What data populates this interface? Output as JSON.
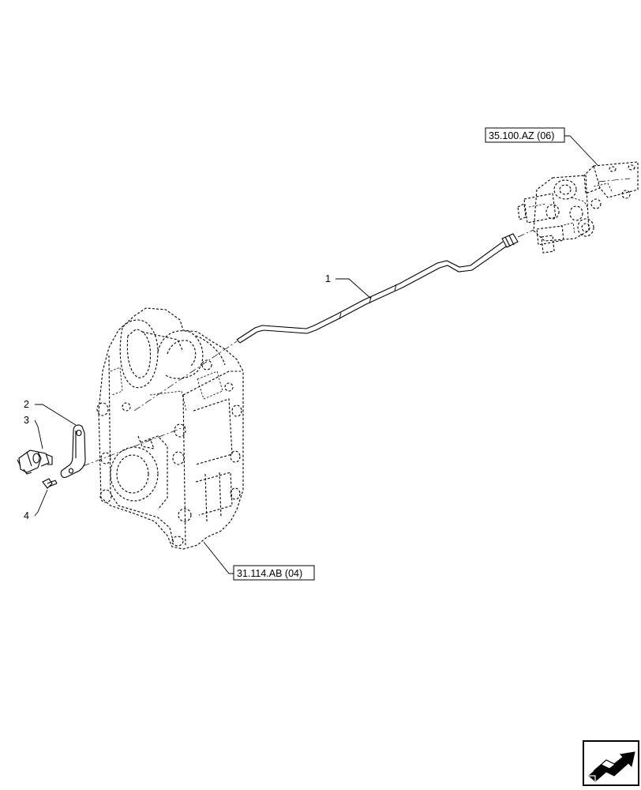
{
  "references": {
    "valve_ref": "35.100.AZ (06)",
    "housing_ref": "31.114.AB (04)"
  },
  "callouts": {
    "item_1": "1",
    "item_2": "2",
    "item_3": "3",
    "item_4": "4"
  },
  "icons": {
    "navigation": "arrow-box-icon"
  }
}
